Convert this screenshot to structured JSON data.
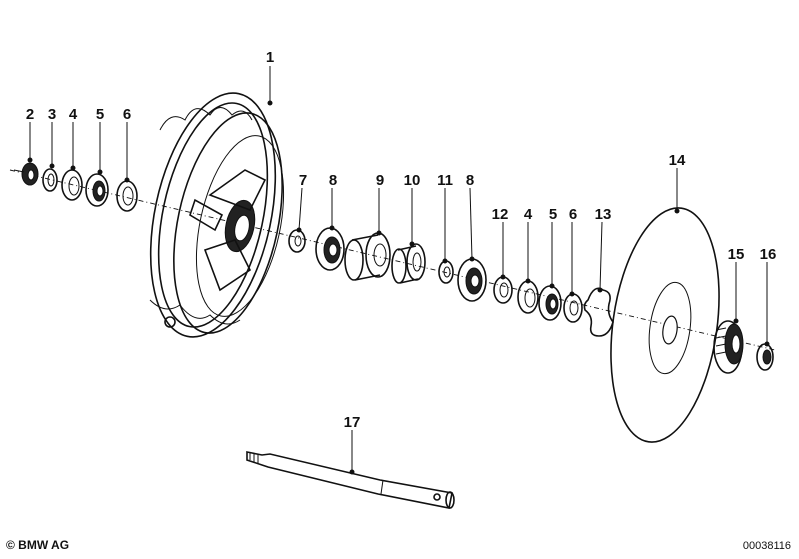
{
  "callouts": [
    {
      "label": "1"
    },
    {
      "label": "2"
    },
    {
      "label": "3"
    },
    {
      "label": "4"
    },
    {
      "label": "5"
    },
    {
      "label": "6"
    },
    {
      "label": "7"
    },
    {
      "label": "8"
    },
    {
      "label": "9"
    },
    {
      "label": "10"
    },
    {
      "label": "11"
    },
    {
      "label": "8"
    },
    {
      "label": "12"
    },
    {
      "label": "4"
    },
    {
      "label": "5"
    },
    {
      "label": "6"
    },
    {
      "label": "13"
    },
    {
      "label": "14"
    },
    {
      "label": "15"
    },
    {
      "label": "16"
    },
    {
      "label": "17"
    }
  ],
  "footer": {
    "copyright": "© BMW AG",
    "diagram_id": "00038116"
  }
}
